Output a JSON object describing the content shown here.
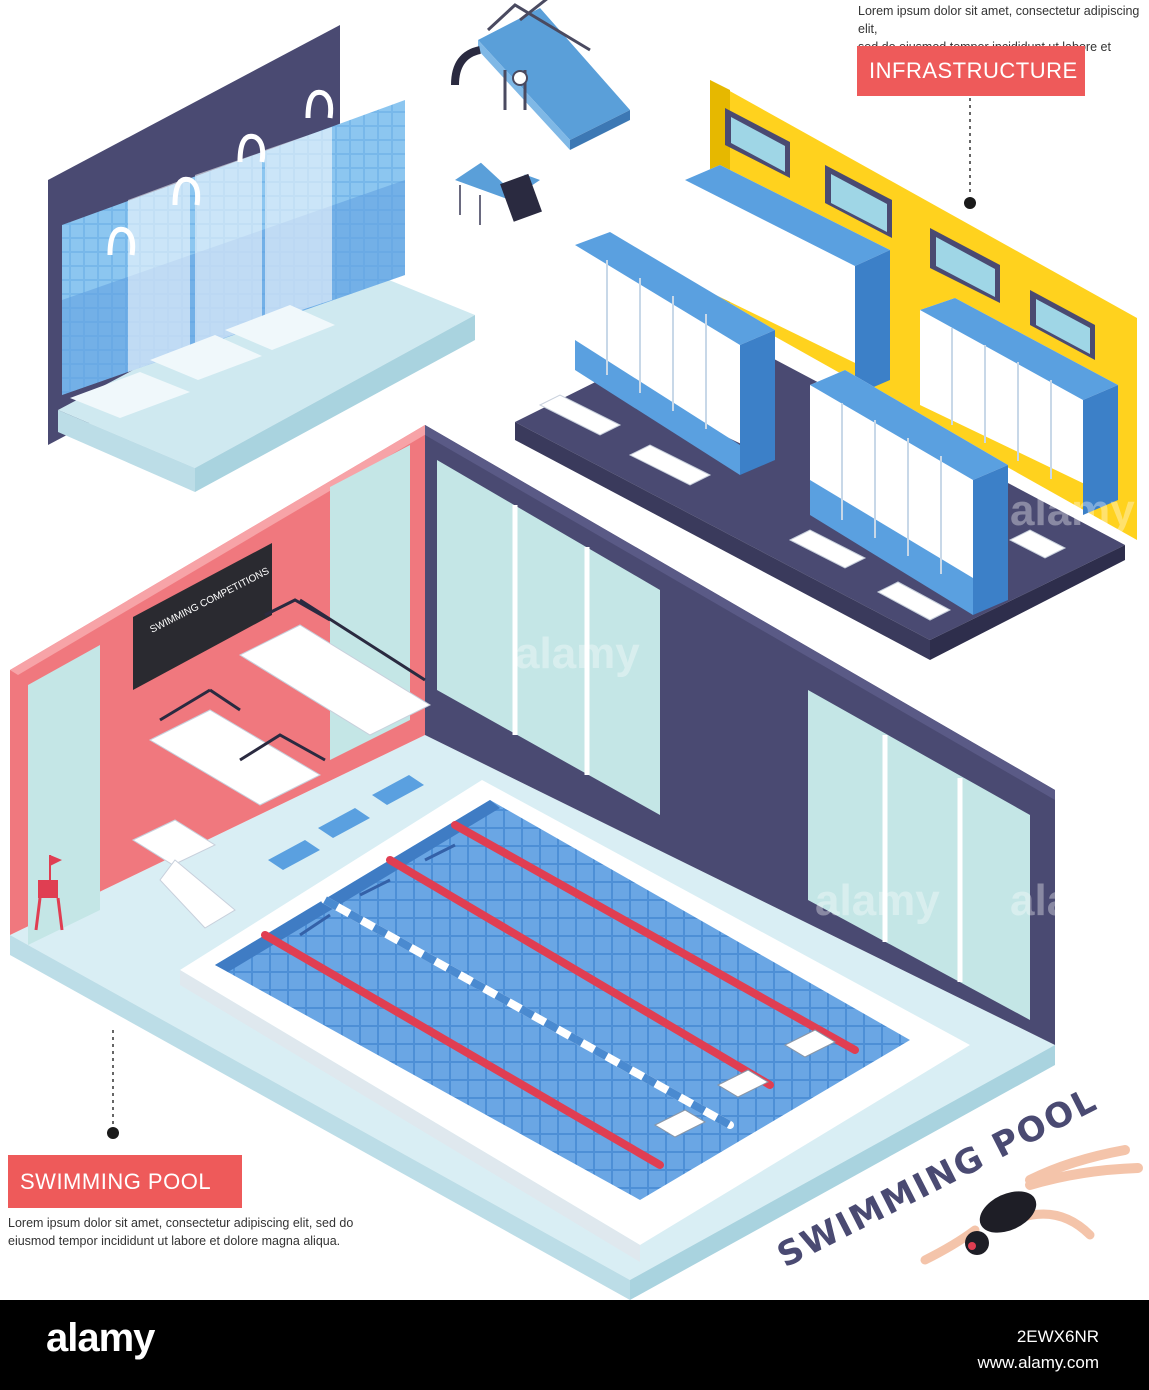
{
  "infrastructure": {
    "label": "INFRASTRUCTURE",
    "description_line1": "Lorem ipsum dolor sit amet, consectetur adipiscing elit,",
    "description_line2": "sed do eiusmod tempor incididunt ut labore et dolore."
  },
  "pool_section": {
    "label": "SWIMMING POOL",
    "description_line1": "Lorem ipsum dolor sit amet, consectetur adipiscing elit, sed do",
    "description_line2": "eiusmod tempor incididunt ut labore et dolore magna aliqua."
  },
  "scoreboard": {
    "text": "SWIMMING COMPETITIONS"
  },
  "big_title": "SWIMMING POOL",
  "watermarks": [
    "alamy",
    "alamy",
    "alamy",
    "alamy"
  ],
  "stock": {
    "logo": "alamy",
    "image_id": "2EWX6NR",
    "site": "www.alamy.com"
  },
  "colors": {
    "pink_wall": "#f0787e",
    "navy_wall": "#4a4a72",
    "yellow_wall": "#ffd21e",
    "tile_blue": "#5fa8e0",
    "floor": "#d9eef4",
    "tag_red": "#ee5a5a",
    "lane_red": "#e03e52"
  }
}
